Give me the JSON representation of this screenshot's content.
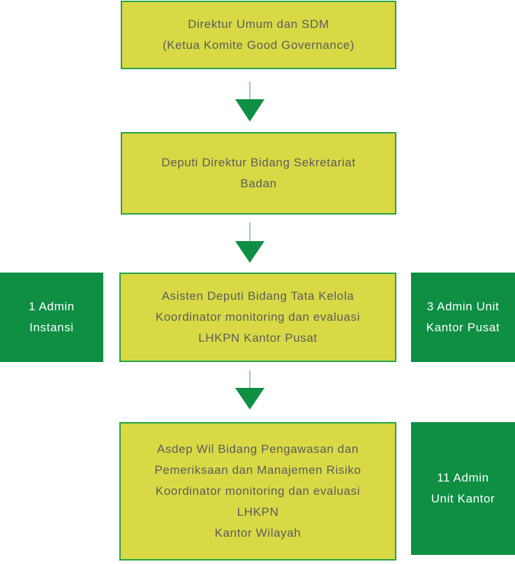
{
  "boxes": {
    "direktur": {
      "lines": [
        "Direktur Umum dan SDM",
        "(Ketua Komite Good Governance)"
      ]
    },
    "deputi": {
      "lines": [
        "Deputi Direktur Bidang Sekretariat",
        "Badan"
      ]
    },
    "asisten": {
      "lines": [
        "Asisten Deputi Bidang Tata Kelola",
        "Koordinator monitoring dan evaluasi",
        "LHKPN Kantor Pusat"
      ]
    },
    "asdep": {
      "lines": [
        "Asdep Wil Bidang Pengawasan dan",
        "Pemeriksaan dan Manajemen Risiko",
        "Koordinator monitoring dan evaluasi",
        "LHKPN",
        "Kantor Wilayah"
      ]
    },
    "admin_instansi": {
      "lines": [
        "1 Admin",
        "Instansi"
      ]
    },
    "admin_kantor_pusat": {
      "lines": [
        "3 Admin Unit",
        "Kantor Pusat"
      ]
    },
    "admin_unit_kantor": {
      "lines": [
        "11 Admin",
        "Unit Kantor"
      ]
    }
  },
  "colors": {
    "box_fill": "#d9d946",
    "box_border": "#23a347",
    "box_text": "#5c5c5c",
    "admin_fill": "#0e8f44",
    "admin_text": "#ffffff",
    "arrow_fill": "#0e8f44"
  }
}
